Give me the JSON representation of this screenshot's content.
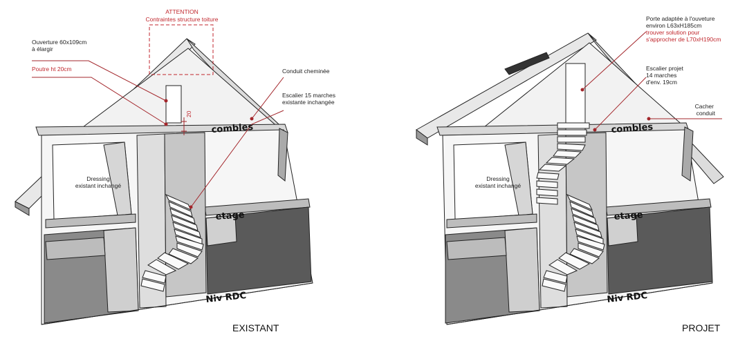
{
  "existant": {
    "caption": "EXISTANT",
    "attention_title": "ATTENTION",
    "attention_sub": "Contraintes structure toiture",
    "ouverture_1": "Ouverture 60x109cm",
    "ouverture_2": "à élargir",
    "poutre": "Poutre ht 20cm",
    "dim_20": "20",
    "conduit": "Conduit cheminée",
    "escalier_1": "Escalier 15 marches",
    "escalier_2": "existante inchangée",
    "combles": "combles",
    "etage": "etage",
    "rdc": "Niv RDC",
    "dressing_1": "Dressing",
    "dressing_2": "existant inchangé"
  },
  "projet": {
    "caption": "PROJET",
    "porte_1": "Porte adaptée à l'ouveture",
    "porte_2": "environ L63xH185cm",
    "porte_3": "trouver solution pour",
    "porte_4": "s'approcher de  L70xH190cm",
    "escalier_1": "Escalier projet",
    "escalier_2": "14 marches",
    "escalier_3": "d'env. 19cm",
    "cacher_1": "Cacher",
    "cacher_2": "conduit",
    "combles": "combles",
    "etage": "etage",
    "rdc": "Niv RDC",
    "dressing_1": "Dressing",
    "dressing_2": "existant inchangé"
  },
  "colors": {
    "annotation_red": "#c0262c",
    "wall_dark": "#5a5a5a",
    "wall_mid": "#bdbdbd",
    "wall_light": "#e4e4e4"
  }
}
